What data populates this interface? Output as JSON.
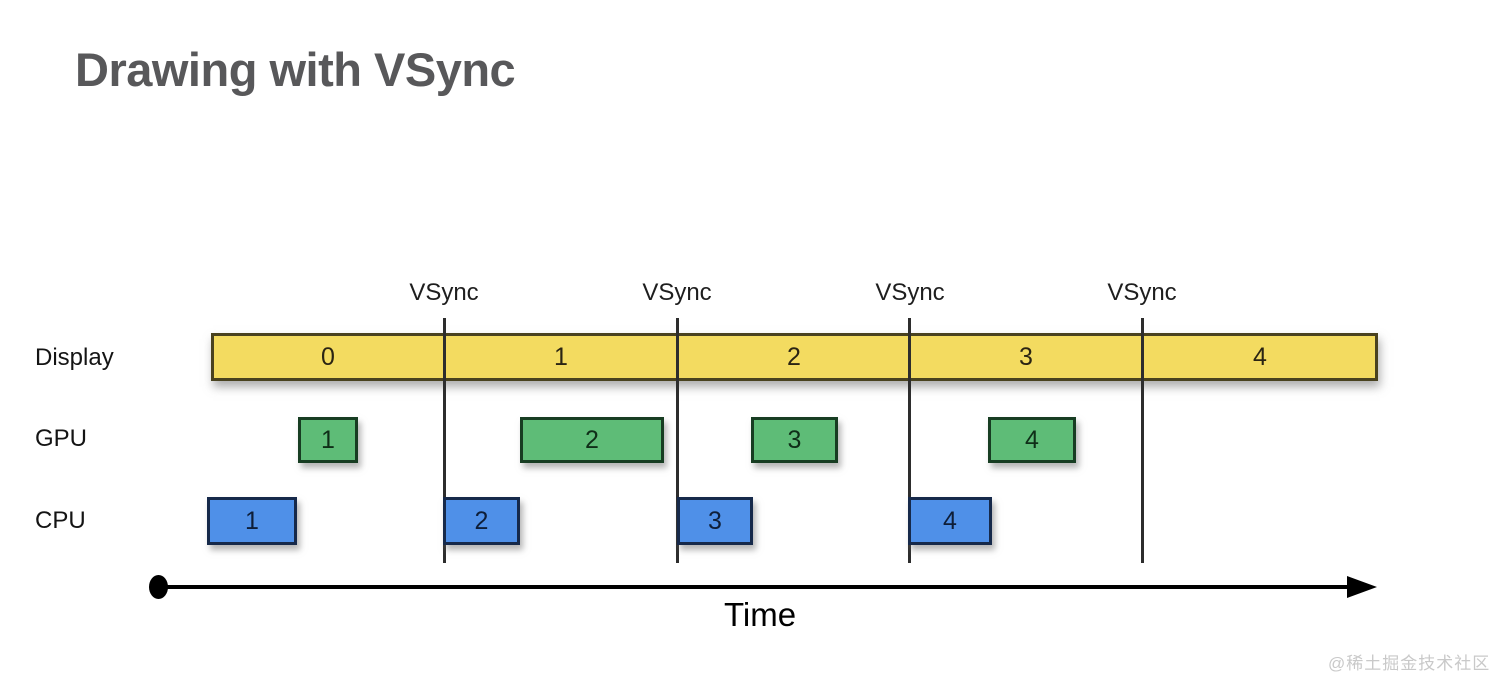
{
  "title": "Drawing with VSync",
  "diagram": {
    "rows": {
      "display": {
        "label": "Display",
        "segments": [
          "0",
          "1",
          "2",
          "3",
          "4"
        ]
      },
      "gpu": {
        "label": "GPU",
        "frames": [
          "1",
          "2",
          "3",
          "4"
        ]
      },
      "cpu": {
        "label": "CPU",
        "frames": [
          "1",
          "2",
          "3",
          "4"
        ]
      }
    },
    "vsync_markers": [
      "VSync",
      "VSync",
      "VSync",
      "VSync"
    ],
    "time_axis": {
      "label": "Time"
    },
    "colors": {
      "display_fill": "#f3db60",
      "display_border": "#49421f",
      "gpu_fill": "#5ebc77",
      "gpu_border": "#173d22",
      "cpu_fill": "#4f90e8",
      "cpu_border": "#16294a",
      "vsync_line": "#2d2d2d",
      "title_text": "#58585a",
      "axis": "#000000",
      "watermark_text": "#c9c9c9"
    }
  },
  "watermark": "@稀土掘金技术社区"
}
